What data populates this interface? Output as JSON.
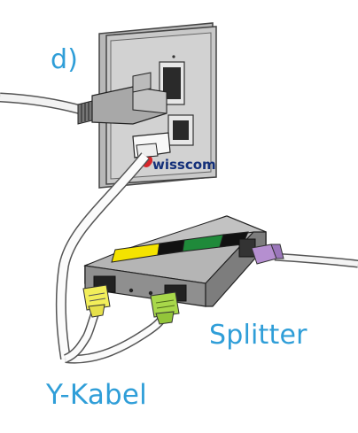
{
  "labels": {
    "step": "d)",
    "splitter": "Splitter",
    "y_cable": "Y-Kabel"
  },
  "brand": {
    "name": "wisscom"
  },
  "colors": {
    "label_blue": "#2f9ed8",
    "brand_navy": "#14307a",
    "brand_red": "#d8262b",
    "plate_gray": "#c4c4c4",
    "device_gray": "#a9a9a9",
    "yellow": "#f4e300",
    "green": "#1f8a3a",
    "black": "#111111",
    "lime_plug": "#a8d84a",
    "yellow_plug": "#f2ee5a",
    "purple_plug": "#b58fd0"
  },
  "icons": [
    "swisscom-logo-icon"
  ]
}
